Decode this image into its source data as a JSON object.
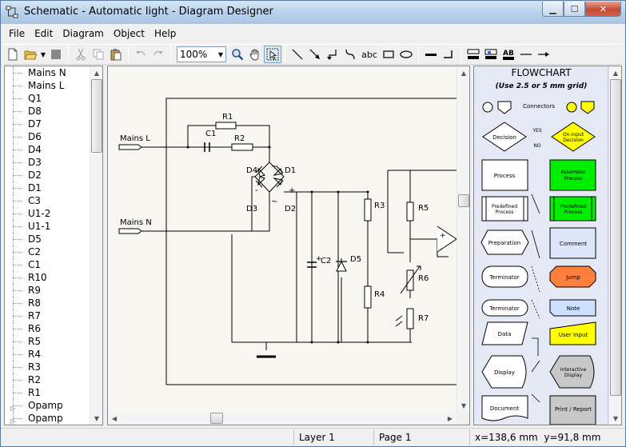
{
  "window": {
    "title": "Schematic - Automatic light - Diagram Designer"
  },
  "menu": [
    "File",
    "Edit",
    "Diagram",
    "Object",
    "Help"
  ],
  "toolbar": {
    "zoom": "100%",
    "text_tool": "abc"
  },
  "tree": {
    "items": [
      "Mains N",
      "Mains L",
      "Q1",
      "D8",
      "D7",
      "D6",
      "D4",
      "D3",
      "D2",
      "D1",
      "C3",
      "U1-2",
      "U1-1",
      "D5",
      "C2",
      "C1",
      "R10",
      "R9",
      "R8",
      "R7",
      "R6",
      "R5",
      "R4",
      "R3",
      "R2",
      "R1",
      "Opamp",
      "Opamp"
    ]
  },
  "schematic": {
    "mains_l": "Mains L",
    "mains_n": "Mains N",
    "r1": "R1",
    "c1": "C1",
    "r2": "R2",
    "d1": "D1",
    "d2": "D2",
    "d3": "D3",
    "d4": "D4",
    "tilde_top": "~",
    "tilde_bot": "~",
    "minus": "-",
    "plus": "+",
    "c2": "C2",
    "c2_plus": "+",
    "d5": "D5",
    "r3": "R3",
    "r4": "R4",
    "r5": "R5",
    "r6": "R6",
    "r7": "R7",
    "op_plus": "+",
    "op_minus": "-"
  },
  "palette": {
    "title": "FLOWCHART",
    "subtitle": "(Use 2.5 or 5 mm grid)",
    "connectors": "Connectors",
    "decision": "Decision",
    "yes": "YES",
    "no": "NO",
    "oninput_decision_1": "On-input",
    "oninput_decision_2": "Decision",
    "process": "Process",
    "assembler_process_1": "Assembler",
    "assembler_process_2": "Process",
    "predefined_1": "Predefined",
    "predefined_2": "Process",
    "predefined_green_1": "Predefined",
    "predefined_green_2": "Process",
    "preparation": "Preparation",
    "comment": "Comment",
    "terminator": "Terminator",
    "jump": "Jump",
    "terminator2": "Terminator",
    "note": "Note",
    "data": "Data",
    "user_input": "User Input",
    "display": "Display",
    "interactive_display_1": "Interactive",
    "interactive_display_2": "Display",
    "document": "Document",
    "print_report": "Print / Report"
  },
  "status": {
    "layer": "Layer 1",
    "page": "Page 1",
    "coords": "x=138,6 mm  y=91,8 mm"
  },
  "colors": {
    "green": "#00ee00",
    "yellow": "#ffff00",
    "orange": "#ff7f3f",
    "comment_blue": "#dce6f8",
    "note_blue": "#cce0ff",
    "grey": "#c8c8c8"
  }
}
